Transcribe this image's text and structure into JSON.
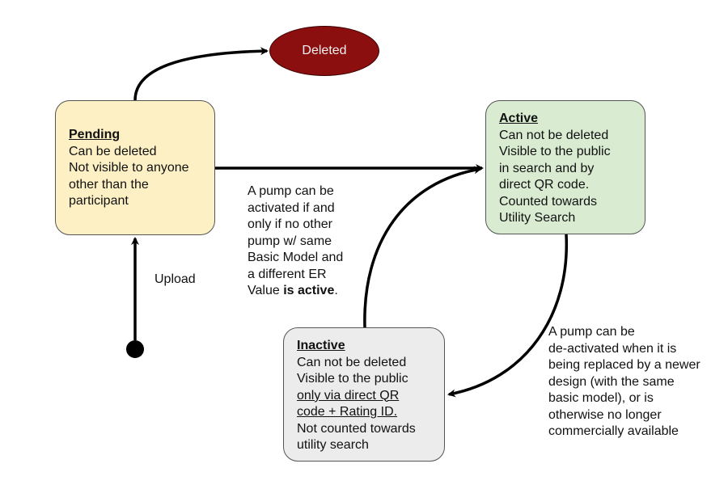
{
  "nodes": {
    "deleted": {
      "label": "Deleted"
    },
    "pending": {
      "title": "Pending",
      "lines": [
        "Can be deleted",
        "Not visible to anyone",
        "other than the",
        "participant"
      ]
    },
    "active": {
      "title": "Active",
      "lines": [
        "Can not be deleted",
        "Visible to the public",
        "in search and by",
        "direct QR code.",
        "Counted towards",
        "Utility Search"
      ]
    },
    "inactive": {
      "title": "Inactive",
      "line1": "Can not be deleted",
      "line2": "Visible to the public",
      "line3": "only via direct QR",
      "line4": "code + Rating ID.",
      "line5": "Not counted towards",
      "line6": "utility search"
    }
  },
  "edges": {
    "upload_label": "Upload",
    "activate_note": {
      "lines": [
        "A pump can be",
        "activated if and",
        "only if no other",
        "pump w/ same",
        "Basic Model and",
        "a different ER"
      ],
      "last_prefix": "Value ",
      "last_bold": "is active",
      "last_suffix": "."
    },
    "deactivate_note": {
      "lines": [
        "A pump can be",
        "de-activated when it is",
        "being replaced by a newer",
        "design (with the same",
        "basic model), or is",
        "otherwise no longer",
        "commercially available"
      ]
    }
  },
  "colors": {
    "pending_fill": "#fdf0c4",
    "active_fill": "#d9ecd2",
    "inactive_fill": "#ececec",
    "deleted_fill": "#8b0f0f",
    "edge": "#000000"
  }
}
